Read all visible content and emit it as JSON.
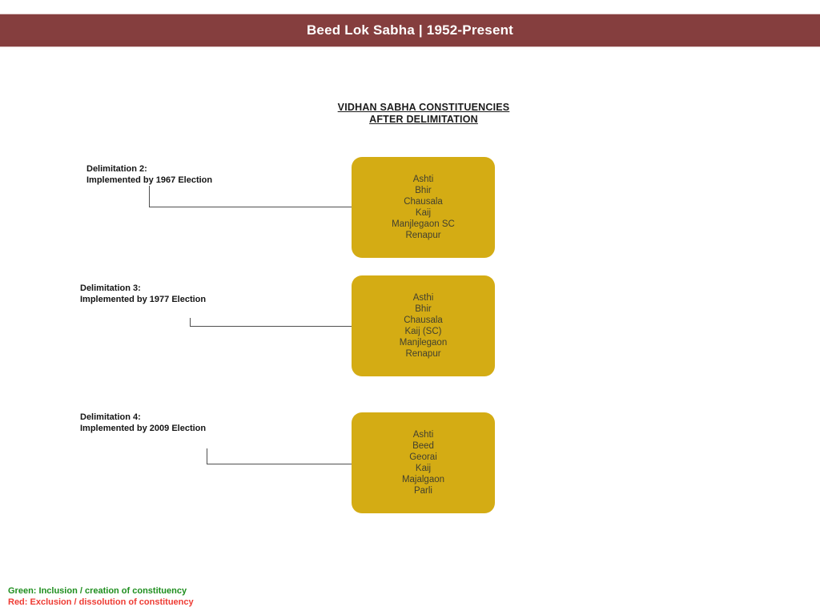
{
  "header": {
    "title": "Beed Lok Sabha | 1952-Present",
    "background_color": "#853E3E"
  },
  "diagram": {
    "heading_line1": "VIDHAN SABHA CONSTITUENCIES",
    "heading_line2": "AFTER DELIMITATION",
    "box_color": "#D4AC14",
    "delimitations": [
      {
        "label": "Delimitation 2:",
        "sublabel": "Implemented by 1967 Election",
        "constituencies": [
          "Ashti",
          "Bhir",
          "Chausala",
          "Kaij",
          "Manjlegaon SC",
          "Renapur"
        ]
      },
      {
        "label": "Delimitation 3:",
        "sublabel": "Implemented by 1977 Election",
        "constituencies": [
          "Asthi",
          "Bhir",
          "Chausala",
          "Kaij (SC)",
          "Manjlegaon",
          "Renapur"
        ]
      },
      {
        "label": "Delimitation 4:",
        "sublabel": "Implemented by 2009 Election",
        "constituencies": [
          "Ashti",
          "Beed",
          "Georai",
          "Kaij",
          "Majalgaon",
          "Parli"
        ]
      }
    ]
  },
  "legend": {
    "items": [
      {
        "text": "Green: Inclusion / creation of constituency",
        "color": "#1E8E1E"
      },
      {
        "text": "Red: Exclusion / dissolution of constituency",
        "color": "#EE3B33"
      }
    ]
  }
}
